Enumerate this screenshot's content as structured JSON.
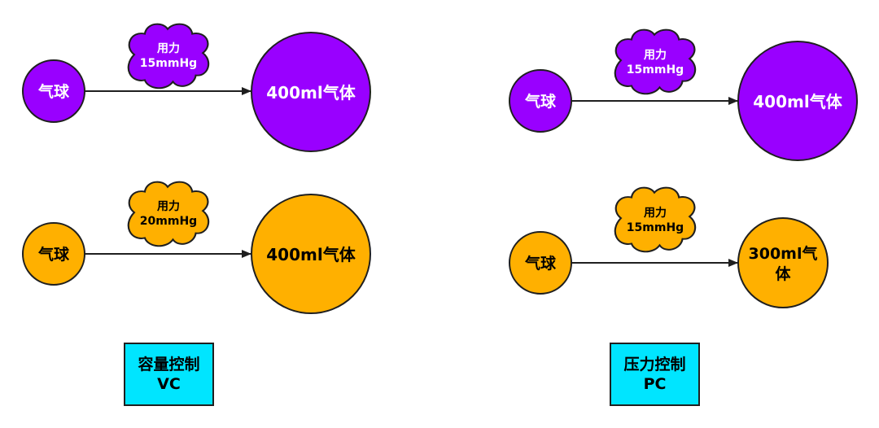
{
  "colors": {
    "purple": "#9900ff",
    "orange": "#ffb000",
    "cyan": "#00e5ff",
    "stroke": "#1f1f1f"
  },
  "vc": {
    "row1": {
      "balloon": "气球",
      "force_line1": "用力",
      "force_line2": "15mmHg",
      "result": "400ml气体"
    },
    "row2": {
      "balloon": "气球",
      "force_line1": "用力",
      "force_line2": "20mmHg",
      "result": "400ml气体"
    },
    "label_line1": "容量控制",
    "label_line2": "VC"
  },
  "pc": {
    "row1": {
      "balloon": "气球",
      "force_line1": "用力",
      "force_line2": "15mmHg",
      "result": "400ml气体"
    },
    "row2": {
      "balloon": "气球",
      "force_line1": "用力",
      "force_line2": "15mmHg",
      "result_line1": "300ml气",
      "result_line2": "体"
    },
    "label_line1": "压力控制",
    "label_line2": "PC"
  }
}
